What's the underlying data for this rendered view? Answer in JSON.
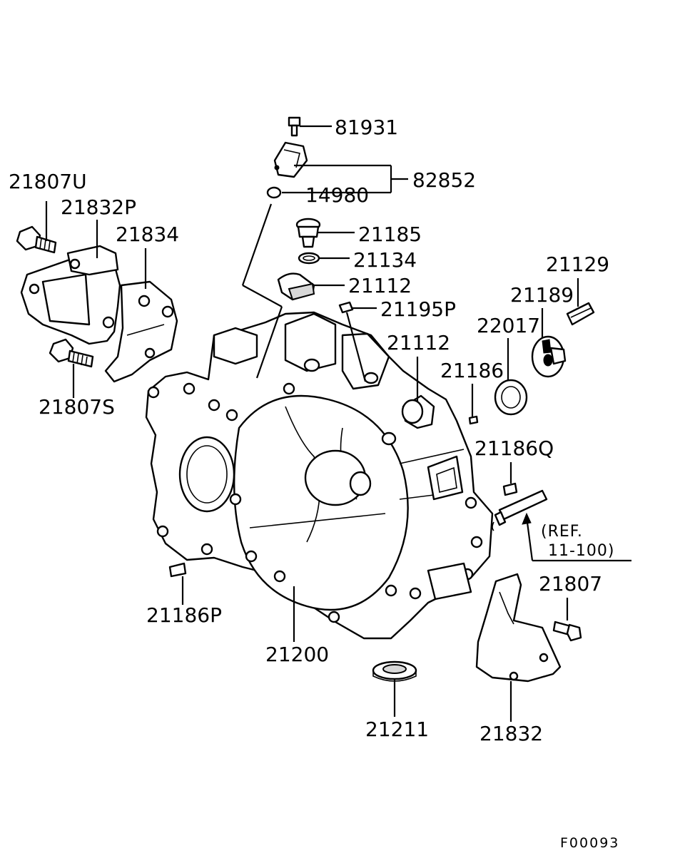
{
  "labels": {
    "p81931": "81931",
    "p82852": "82852",
    "p14980": "14980",
    "p21807U": "21807U",
    "p21832P": "21832P",
    "p21834": "21834",
    "p21185": "21185",
    "p21134": "21134",
    "p21112a": "21112",
    "p21195P": "21195P",
    "p21129": "21129",
    "p21189": "21189",
    "p22017": "22017",
    "p21112b": "21112",
    "p21186": "21186",
    "p21807S": "21807S",
    "p21186Q": "21186Q",
    "ref_line1": "(REF.",
    "ref_line2": "11-100)",
    "p21807": "21807",
    "p21186P": "21186P",
    "p21200": "21200",
    "p21211": "21211",
    "p21832": "21832"
  },
  "figure_code": "F00093"
}
